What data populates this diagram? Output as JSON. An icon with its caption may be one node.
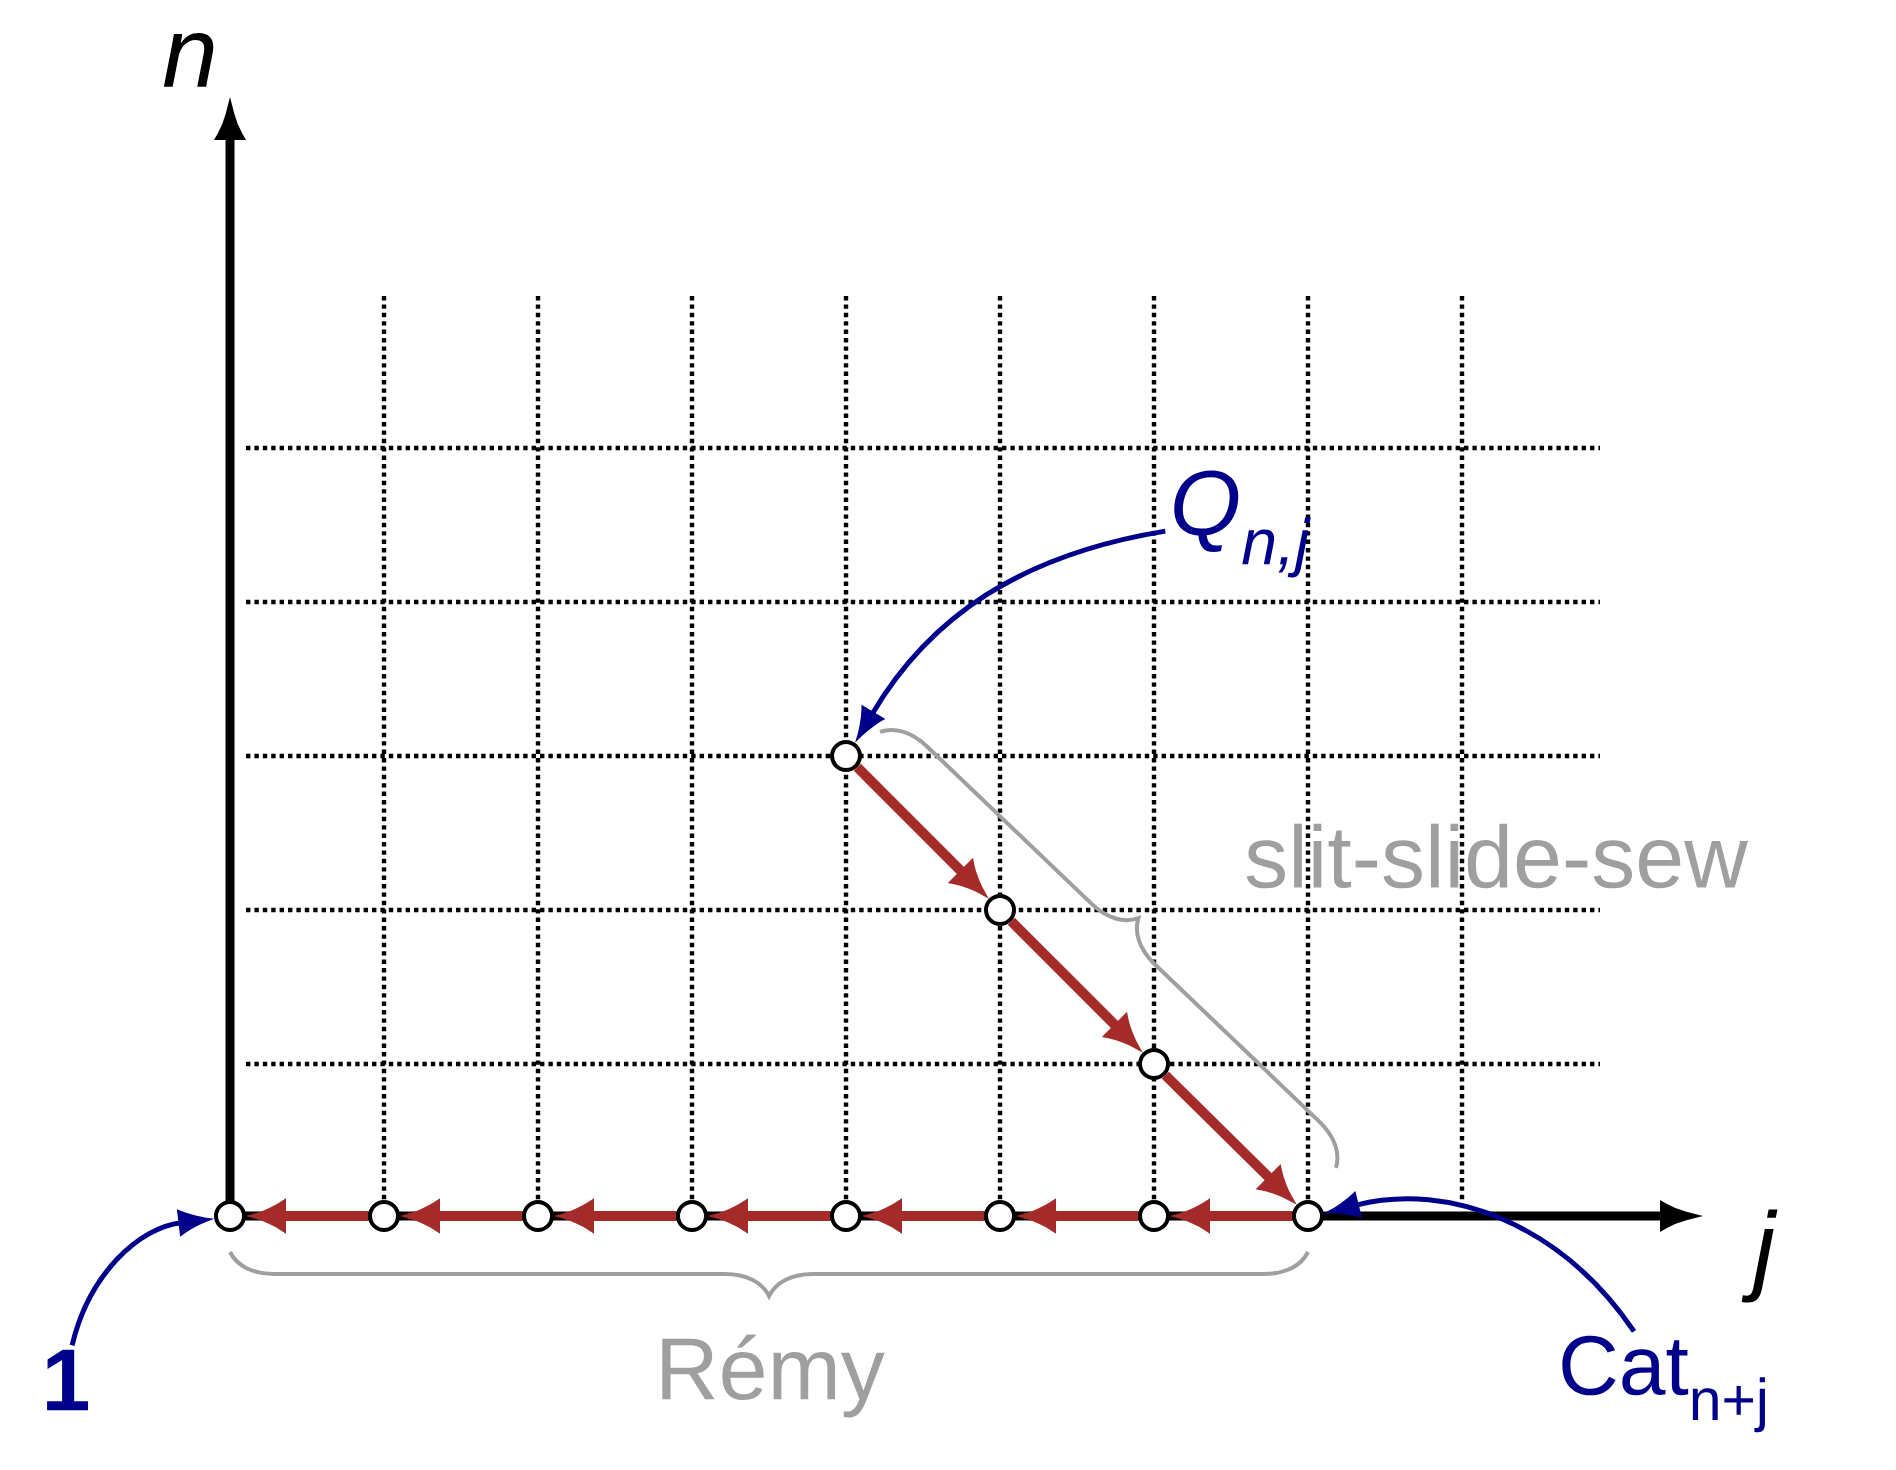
{
  "diagram": {
    "nodes": [
      {
        "text": [
          "Q$_{n,j}$"
        ]
      },
      {
        "text": [],
        "shape": "circle"
      },
      {
        "text": [],
        "shape": "circle"
      },
      {
        "text": [],
        "shape": "circle"
      },
      {
        "text": [],
        "shape": "circle"
      },
      {
        "text": [],
        "shape": "circle"
      },
      {
        "text": [],
        "shape": "circle"
      },
      {
        "text": [],
        "shape": "circle"
      },
      {
        "text": [],
        "shape": "circle"
      },
      {
        "text": [],
        "shape": "circle"
      },
      {
        "text": [],
        "shape": "circle"
      },
      {
        "text": [],
        "shape": "circle"
      },
      {
        "text": [
          "1"
        ]
      },
      {
        "text": [
          "Cat$_{n+j}$"
        ]
      }
    ],
    "edges": [
      {
        "from": 1,
        "to": 2,
        "arrow": "to"
      },
      {
        "from": 2,
        "to": 3,
        "arrow": "to"
      },
      {
        "from": 3,
        "to": 11,
        "arrow": "to"
      },
      {
        "from": 11,
        "to": 10,
        "arrow": "to"
      },
      {
        "from": 10,
        "to": 9,
        "arrow": "to"
      },
      {
        "from": 9,
        "to": 8,
        "arrow": "to"
      },
      {
        "from": 8,
        "to": 7,
        "arrow": "to"
      },
      {
        "from": 7,
        "to": 6,
        "arrow": "to"
      },
      {
        "from": 6,
        "to": 5,
        "arrow": "to"
      },
      {
        "from": 5,
        "to": 4,
        "arrow": "to"
      },
      {
        "from": 0,
        "to": 1,
        "arrow": "to",
        "color": "#00008b"
      },
      {
        "from": 12,
        "to": 4,
        "arrow": "to",
        "color": "#00008b"
      },
      {
        "from": 13,
        "to": 11,
        "arrow": "to",
        "color": "#00008b"
      }
    ],
    "labels": [
      "n",
      "j",
      "slit-slide-sew",
      "Rémy"
    ]
  }
}
